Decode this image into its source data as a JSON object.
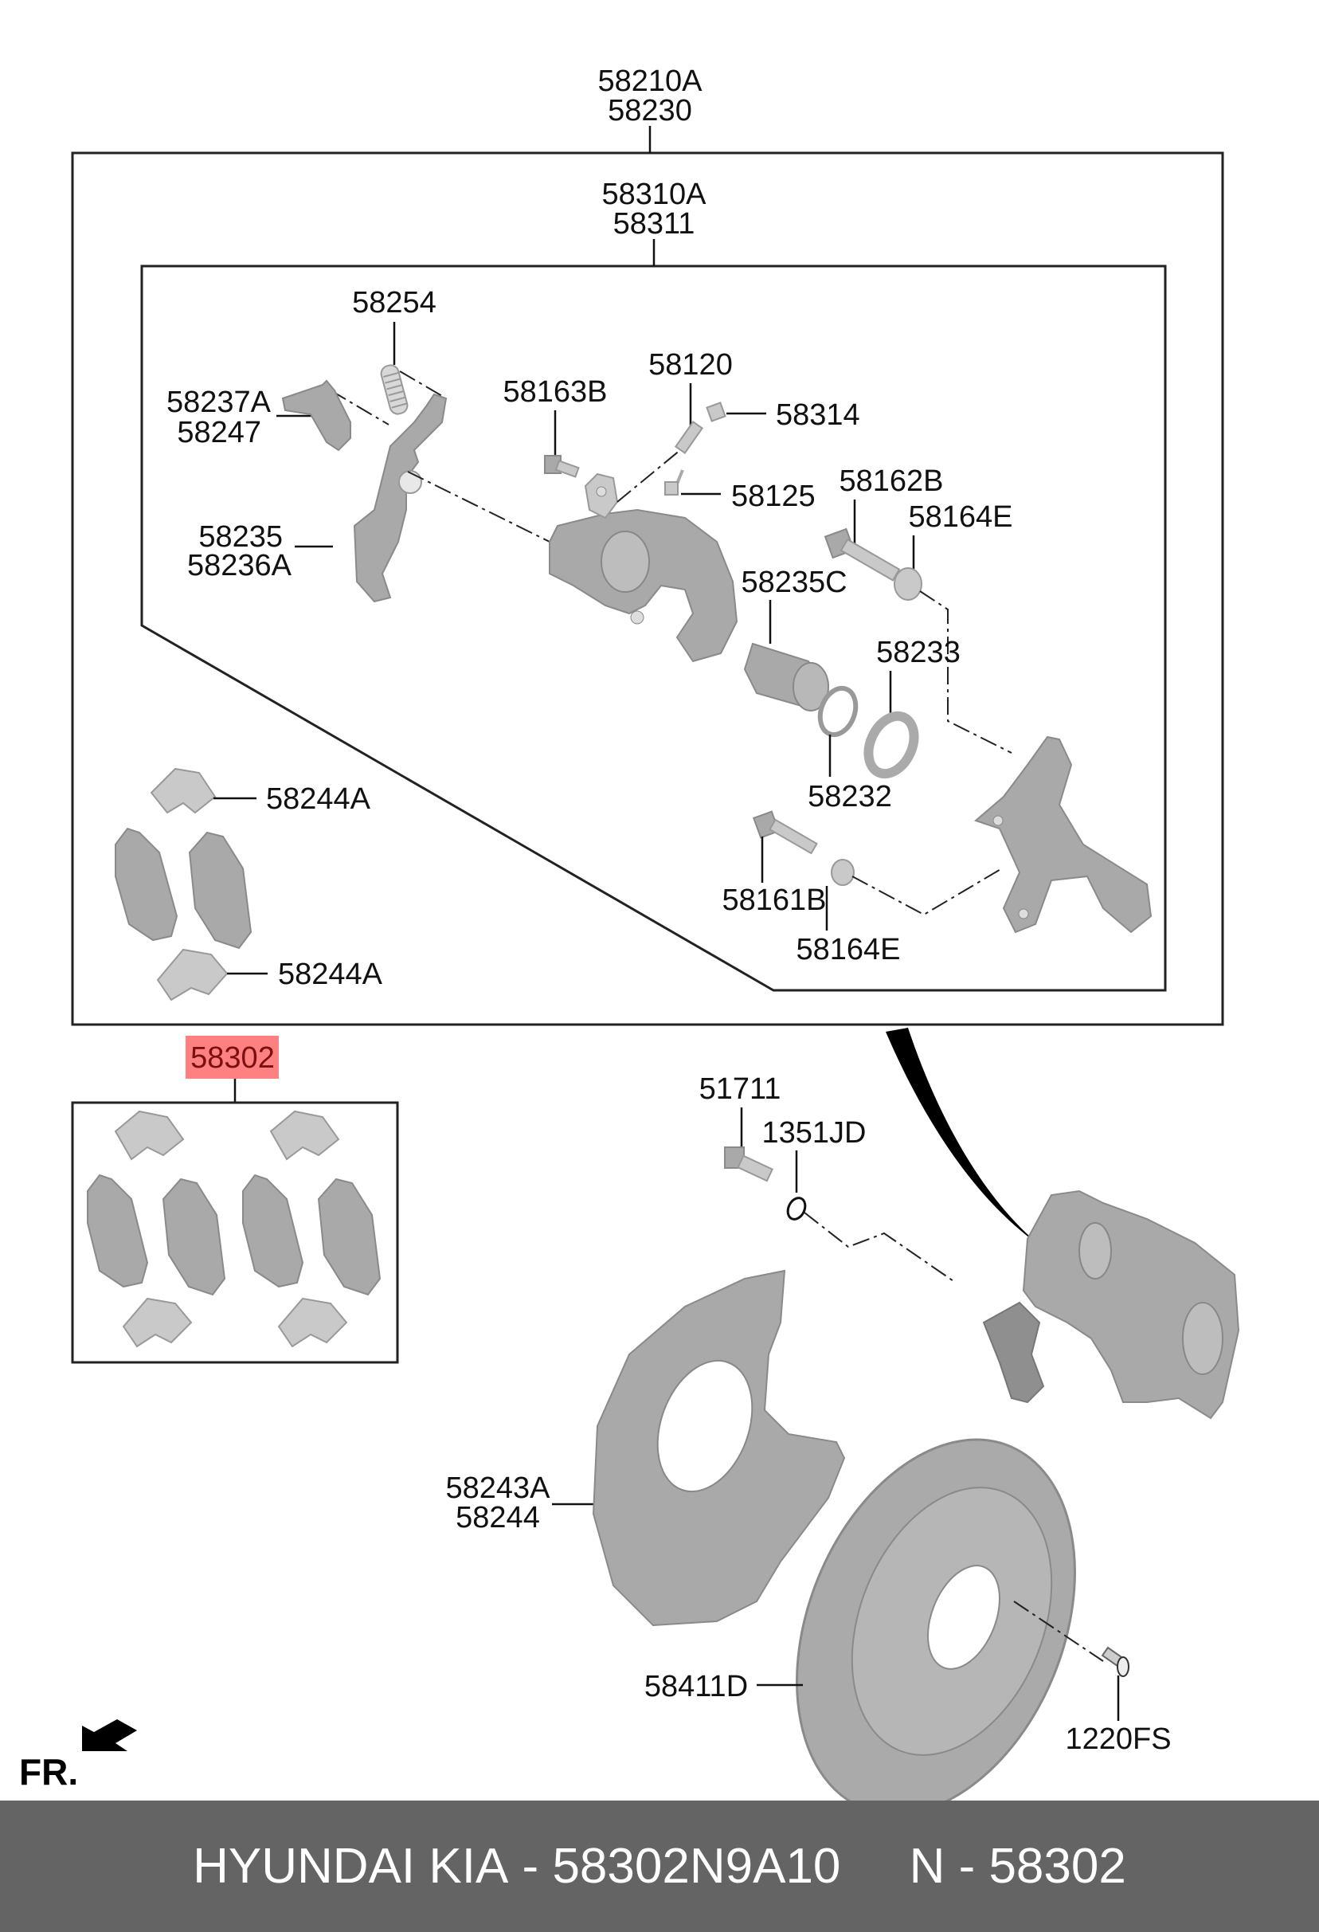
{
  "diagram": {
    "assembly_labels": {
      "caliper_assy_line1": "58210A",
      "caliper_assy_line2": "58230",
      "caliper_sub_line1": "58310A",
      "caliper_sub_line2": "58311"
    },
    "part_labels": {
      "spring": "58254",
      "lever_line1": "58237A",
      "lever_line2": "58247",
      "bracket_line1": "58235",
      "bracket_line2": "58236A",
      "bolt_58163b": "58163B",
      "bleeder": "58120",
      "bleeder_cap": "58314",
      "bleeder_screw": "58125",
      "guide_pin_upper": "58162B",
      "boot_upper": "58164E",
      "piston": "58235C",
      "piston_seal": "58233",
      "ring": "58232",
      "guide_pin_lower": "58161B",
      "boot_lower": "58164E",
      "clip_upper": "58244A",
      "clip_lower": "58244A",
      "bolt_51711": "51711",
      "washer": "1351JD",
      "dust_shield_line1": "58243A",
      "dust_shield_line2": "58244",
      "disc": "58411D",
      "screw": "1220FS"
    },
    "highlighted_part": {
      "label": "58302",
      "color": "#ff8080",
      "text_color": "#7a1010"
    },
    "orientation_label": "FR."
  },
  "footer": {
    "brand": "HYUNDAI KIA",
    "separator": " - ",
    "part_number": "58302N9A10",
    "gap": "     ",
    "ref_prefix": "N",
    "ref_number": "58302",
    "background": "#646464"
  }
}
